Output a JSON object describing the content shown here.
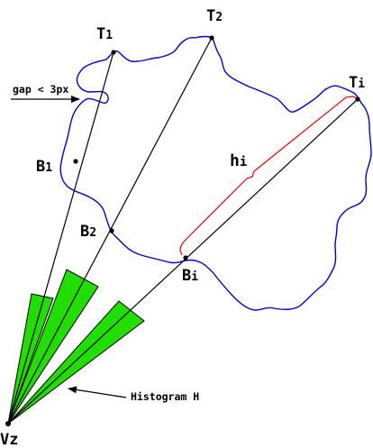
{
  "colors": {
    "outline": "#0000cc",
    "ray": "#000000",
    "histogram_fill": "#22dd00",
    "histogram_stroke": "#000000",
    "height_bracket": "#ee0000",
    "point": "#000000"
  },
  "labels": {
    "vz": "Vz",
    "t1_main": "T",
    "t1_sub": "1",
    "t2_main": "T",
    "t2_sub": "2",
    "ti_main": "T",
    "ti_sub": "i",
    "b1_main": "B",
    "b1_sub": "1",
    "b2_main": "B",
    "b2_sub": "2",
    "bi_main": "B",
    "bi_sub": "i",
    "hi_main": "h",
    "hi_sub": "i",
    "gap": "gap < 3px",
    "histogram": "Histogram H"
  }
}
